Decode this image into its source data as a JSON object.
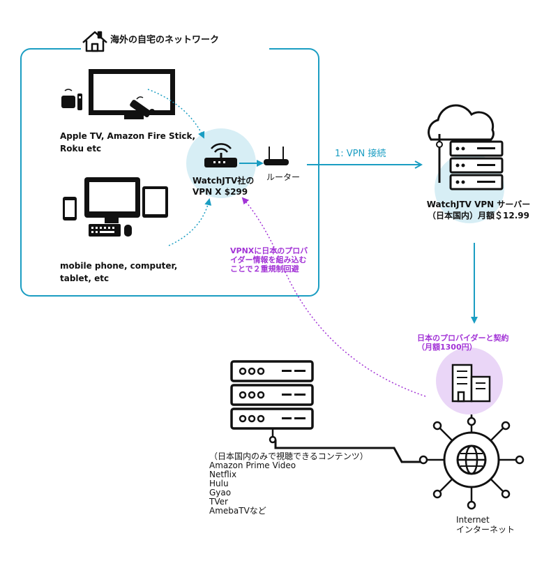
{
  "home_network": {
    "title": "海外の自宅のネットワーク"
  },
  "devices": {
    "streaming_label": [
      "Apple TV, Amazon Fire Stick,",
      "Roku etc"
    ],
    "computing_label": [
      "mobile phone, computer,",
      "tablet, etc"
    ]
  },
  "watchjtv_router": {
    "label": [
      "WatchJTV社の",
      "VPN X $299"
    ]
  },
  "router": {
    "label": "ルーター"
  },
  "vpn_connection": {
    "label": "1: VPN 接続"
  },
  "vpn_server": {
    "label": [
      "WatchJTV VPN サーバー",
      "（日本国内）月額＄12.99"
    ]
  },
  "bypass_note": {
    "lines": [
      "VPNXに日本のプロバ",
      "イダー情報を組み込む",
      "ことで２重規制回避"
    ]
  },
  "provider": {
    "lines": [
      "日本のプロバイダーと契約",
      "（月額1300円）"
    ]
  },
  "content_servers": {
    "lines": [
      "（日本国内のみで視聴できるコンテンツ）",
      "Amazon Prime Video",
      "Netflix",
      "Hulu",
      "Gyao",
      "TVer",
      "AmebaTVなど"
    ]
  },
  "internet": {
    "lines": [
      "Internet",
      "インターネット"
    ]
  },
  "colors": {
    "teal": "#1a9dc2",
    "light_blue": "#d7eef5",
    "purple": "#a233d6",
    "light_purple": "#ead6f7"
  }
}
